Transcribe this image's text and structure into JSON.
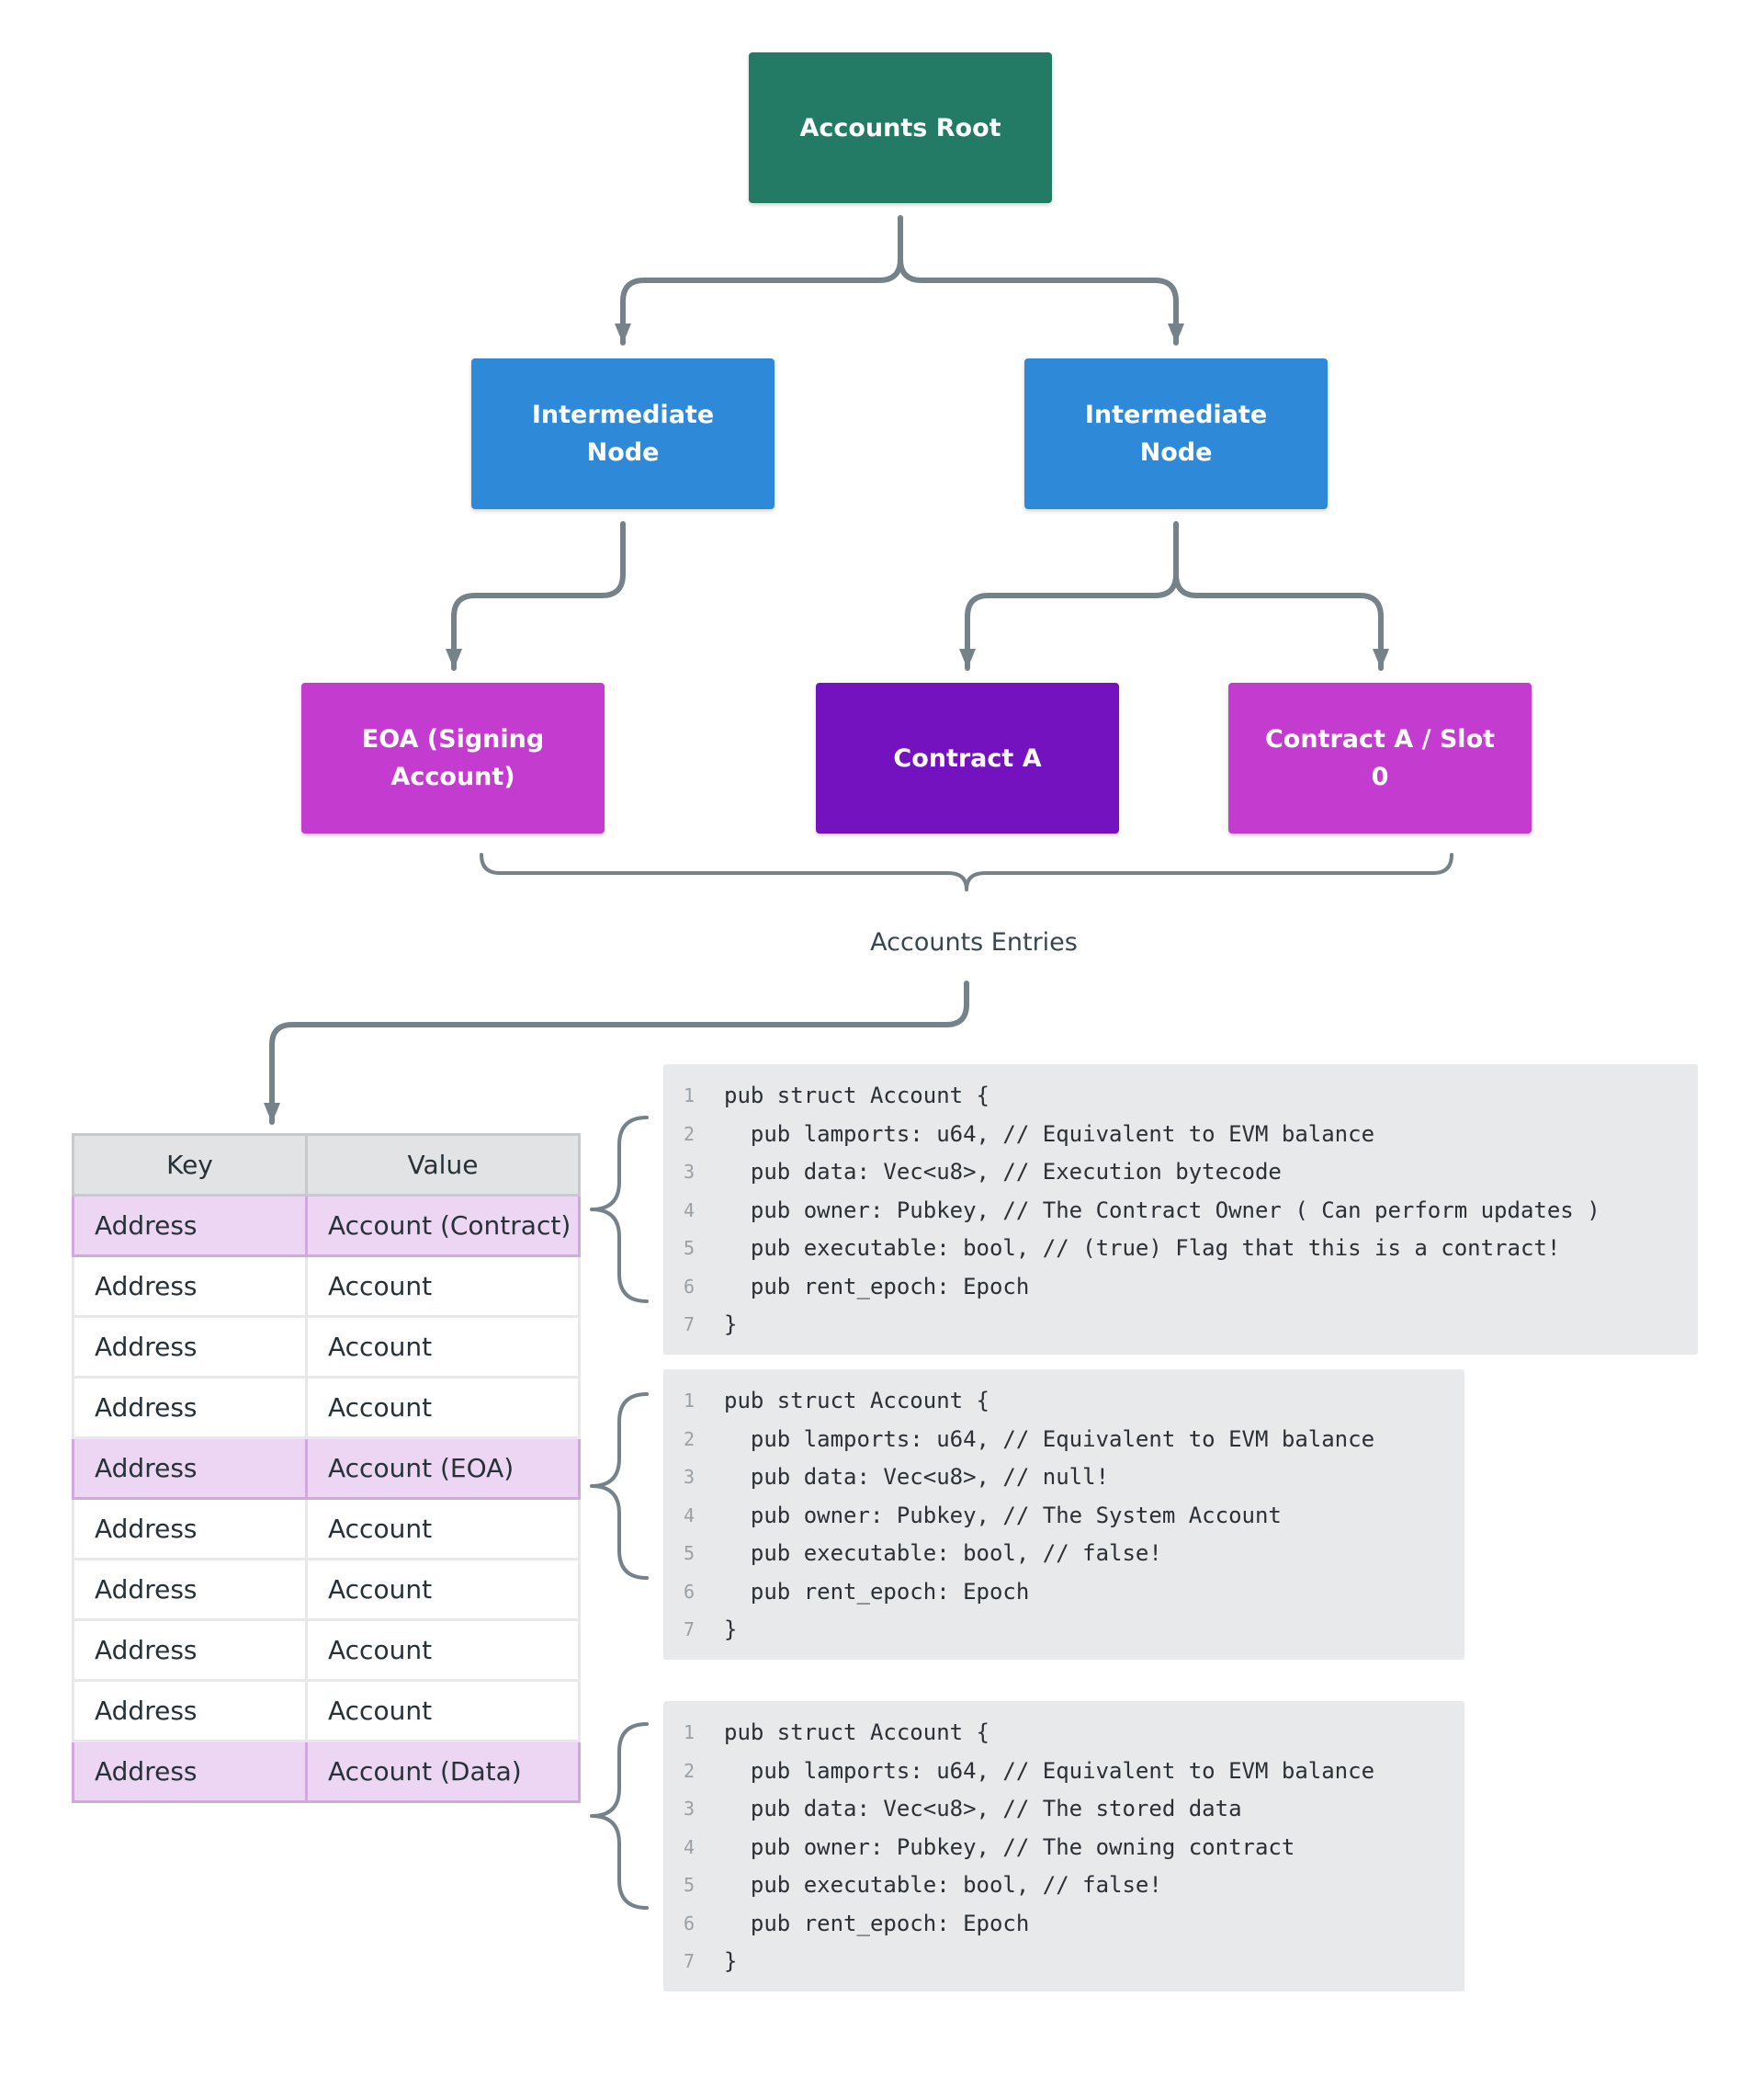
{
  "colors": {
    "root": "#237a65",
    "intermediate": "#2e8ad8",
    "entry_magenta": "#c33bcf",
    "entry_contract": "#7512c0",
    "connector": "#76828a",
    "highlight_row": "#ecd6f3"
  },
  "tree": {
    "root": {
      "label": "Accounts Root"
    },
    "intermediate_left": {
      "label": "Intermediate Node"
    },
    "intermediate_right": {
      "label": "Intermediate Node"
    },
    "entry_eoa": {
      "label": "EOA (Signing Account)"
    },
    "entry_contract": {
      "label": "Contract A"
    },
    "entry_slot": {
      "label": "Contract A / Slot 0"
    },
    "entries_label": "Accounts Entries"
  },
  "table": {
    "headers": [
      "Key",
      "Value"
    ],
    "rows": [
      {
        "key": "Address",
        "value": "Account (Contract)",
        "highlighted": true
      },
      {
        "key": "Address",
        "value": "Account",
        "highlighted": false
      },
      {
        "key": "Address",
        "value": "Account",
        "highlighted": false
      },
      {
        "key": "Address",
        "value": "Account",
        "highlighted": false
      },
      {
        "key": "Address",
        "value": "Account (EOA)",
        "highlighted": true
      },
      {
        "key": "Address",
        "value": "Account",
        "highlighted": false
      },
      {
        "key": "Address",
        "value": "Account",
        "highlighted": false
      },
      {
        "key": "Address",
        "value": "Account",
        "highlighted": false
      },
      {
        "key": "Address",
        "value": "Account",
        "highlighted": false
      },
      {
        "key": "Address",
        "value": "Account (Data)",
        "highlighted": true
      }
    ]
  },
  "code_blocks": [
    {
      "lines": [
        "pub struct Account {",
        "  pub lamports: u64, // Equivalent to EVM balance",
        "  pub data: Vec<u8>, // Execution bytecode",
        "  pub owner: Pubkey, // The Contract Owner ( Can perform updates )",
        "  pub executable: bool, // (true) Flag that this is a contract!",
        "  pub rent_epoch: Epoch",
        "}"
      ]
    },
    {
      "lines": [
        "pub struct Account {",
        "  pub lamports: u64, // Equivalent to EVM balance",
        "  pub data: Vec<u8>, // null!",
        "  pub owner: Pubkey, // The System Account",
        "  pub executable: bool, // false!",
        "  pub rent_epoch: Epoch",
        "}"
      ]
    },
    {
      "lines": [
        "pub struct Account {",
        "  pub lamports: u64, // Equivalent to EVM balance",
        "  pub data: Vec<u8>, // The stored data",
        "  pub owner: Pubkey, // The owning contract",
        "  pub executable: bool, // false!",
        "  pub rent_epoch: Epoch",
        "}"
      ]
    }
  ]
}
